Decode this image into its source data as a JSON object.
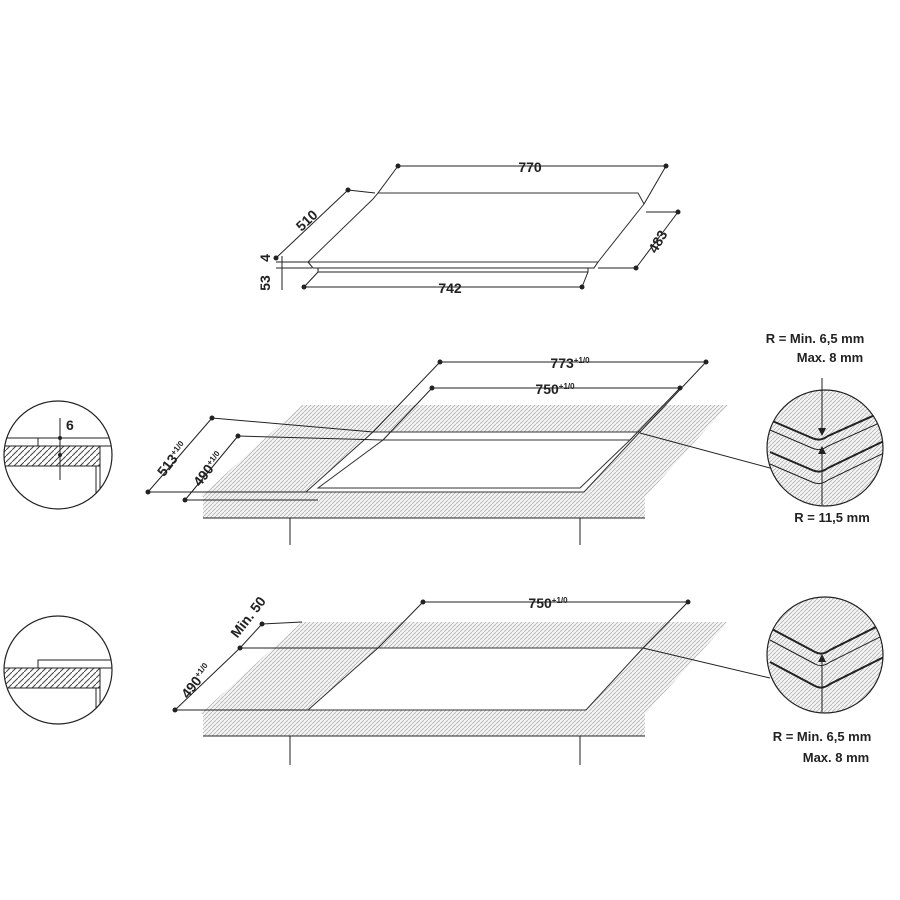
{
  "hob": {
    "width": "770",
    "depth": "510",
    "glass_thickness": "4",
    "body_height": "53",
    "bottom_width": "742",
    "bottom_depth": "483"
  },
  "flush_cutout": {
    "outer_width": "773",
    "outer_width_tol": "+1/0",
    "inner_width": "750",
    "inner_width_tol": "+1/0",
    "outer_depth": "513",
    "outer_depth_tol": "+1/0",
    "inner_depth": "490",
    "inner_depth_tol": "+1/0",
    "detail_depth": "6",
    "corner_outer_line1": "R = Min. 6,5 mm",
    "corner_outer_line2": "Max. 8 mm",
    "corner_inner": "R = 11,5 mm"
  },
  "standard_cutout": {
    "min_edge": "Min. 50",
    "width": "750",
    "width_tol": "+1/0",
    "depth": "490",
    "depth_tol": "+1/0",
    "corner_line1": "R = Min. 6,5 mm",
    "corner_line2": "Max. 8 mm"
  }
}
